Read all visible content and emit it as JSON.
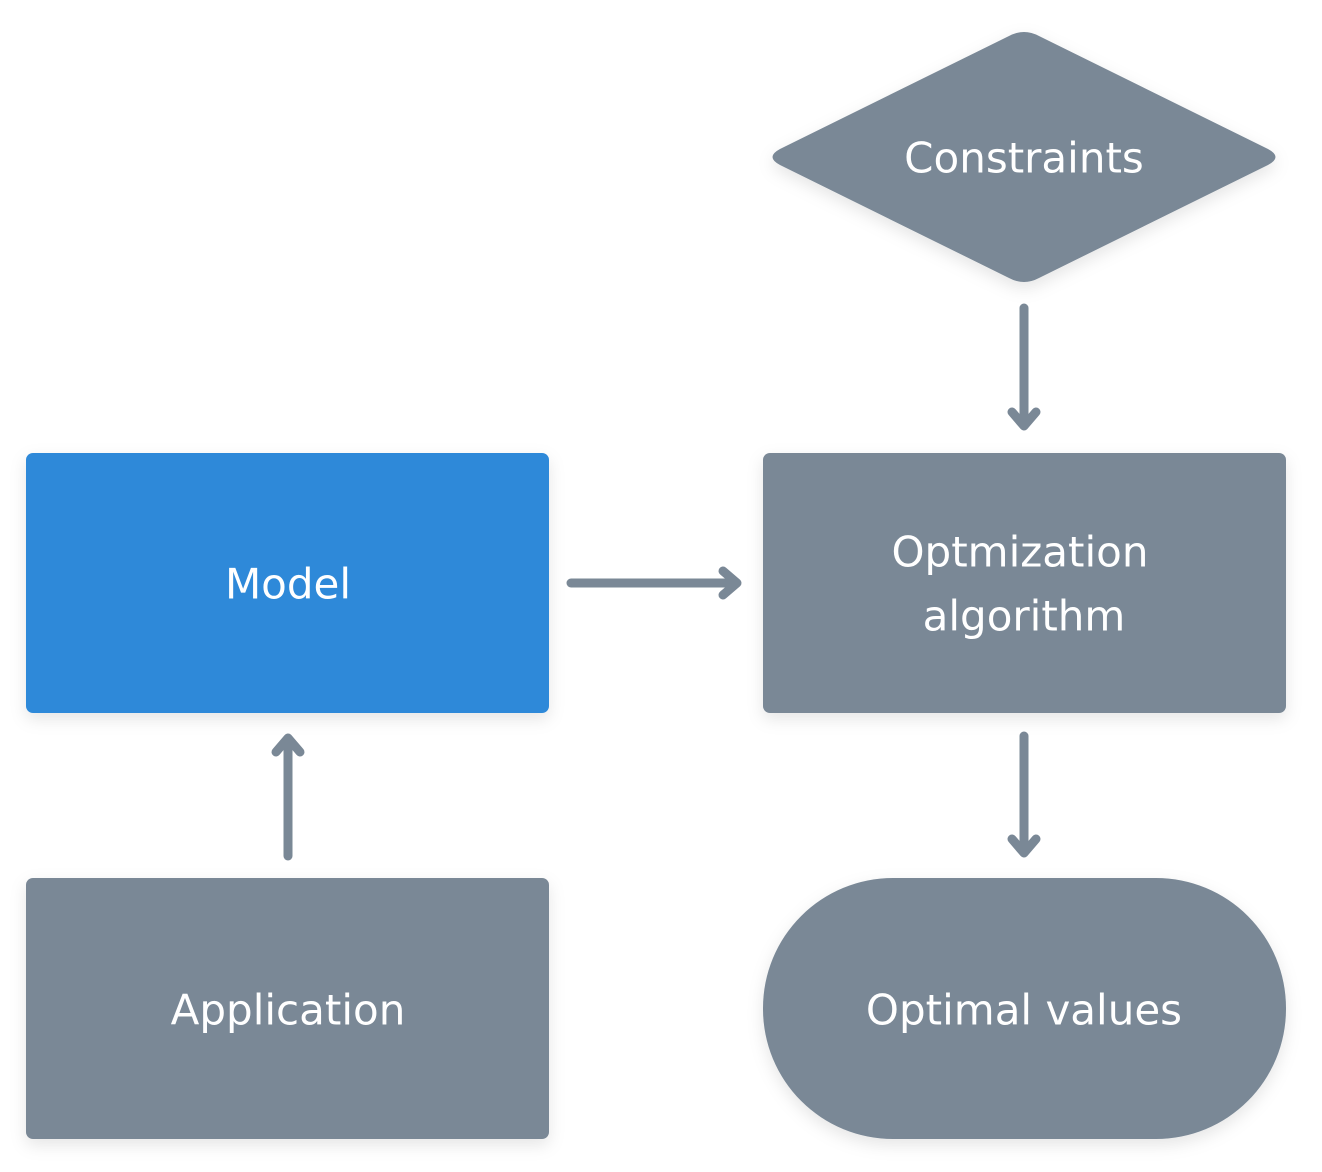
{
  "nodes": {
    "constraints": {
      "label": "Constraints",
      "shape": "diamond",
      "color": "#7a8896"
    },
    "model": {
      "label": "Model",
      "shape": "rectangle",
      "color": "#2e89d9"
    },
    "optimization": {
      "label_line1": "Optmization",
      "label_line2": "algorithm",
      "shape": "rectangle",
      "color": "#7a8896"
    },
    "application": {
      "label": "Application",
      "shape": "rectangle",
      "color": "#7a8896"
    },
    "optimal_values": {
      "label": "Optimal values",
      "shape": "stadium",
      "color": "#7a8896"
    }
  },
  "edges": [
    {
      "from": "constraints",
      "to": "optimization"
    },
    {
      "from": "model",
      "to": "optimization"
    },
    {
      "from": "application",
      "to": "model"
    },
    {
      "from": "optimization",
      "to": "optimal_values"
    }
  ],
  "colors": {
    "accent": "#2e89d9",
    "node": "#7a8896",
    "connector": "#7a8896",
    "text": "#ffffff",
    "background": "#ffffff"
  }
}
